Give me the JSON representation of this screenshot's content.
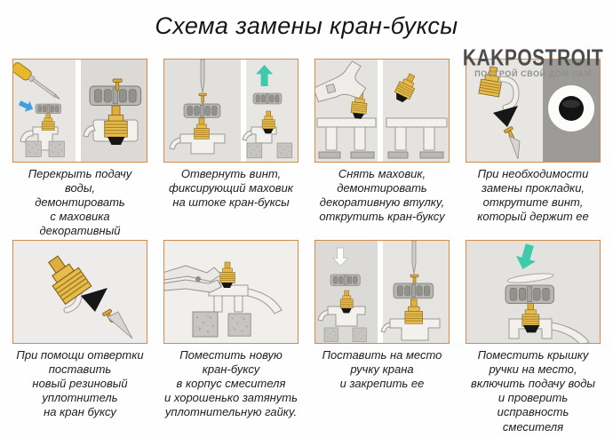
{
  "page": {
    "title": "Схема замены кран-буксы"
  },
  "logo": {
    "name": "KAKPOSTROIT",
    "tagline": "ПОСТРОЙ СВОЙ ДОМ САМ"
  },
  "colors": {
    "panel_border": "#cf8c4b",
    "brass": "#e7bc4e",
    "blue_arrow": "#3f9fe0",
    "teal_arrow": "#3ecbab",
    "dark_panel_bg": "#9c9b97",
    "gasket_black": "#161616"
  },
  "steps": [
    {
      "caption": "Перекрыть подачу воды,\nдемонтировать\nс маховика\nдекоративный\nколпачок"
    },
    {
      "caption": "Отвернуть винт,\nфиксирующий маховик\nна штоке кран-буксы"
    },
    {
      "caption": "Снять маховик,\nдемонтировать\nдекоративную втулку,\nоткрутить кран-буксу"
    },
    {
      "caption": "При необходимости\nзамены прокладки,\nоткрутите винт,\nкоторый держит ее"
    },
    {
      "caption": "При помощи отвертки\nпоставить\nновый резиновый\nуплотнитель\nна кран буксу"
    },
    {
      "caption": "Поместить новую\nкран-буксу\nв корпус смесителя\nи хорошенько затянуть\nуплотнительную гайку."
    },
    {
      "caption": "Поставить на место\nручку крана\nи закрепить ее"
    },
    {
      "caption": "Поместить крышку\nручки на место,\nвключить подачу воды\nи проверить исправность\nсмесителя"
    }
  ]
}
